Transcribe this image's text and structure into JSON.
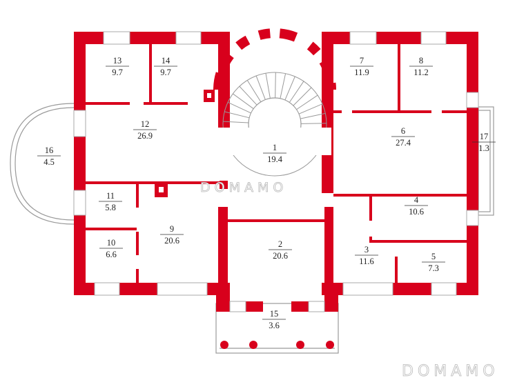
{
  "plan": {
    "wall_color": "#d8001c",
    "rooms": [
      {
        "number": "1",
        "area": "19.4"
      },
      {
        "number": "2",
        "area": "20.6"
      },
      {
        "number": "3",
        "area": "11.6"
      },
      {
        "number": "4",
        "area": "10.6"
      },
      {
        "number": "5",
        "area": "7.3"
      },
      {
        "number": "6",
        "area": "27.4"
      },
      {
        "number": "7",
        "area": "11.9"
      },
      {
        "number": "8",
        "area": "11.2"
      },
      {
        "number": "9",
        "area": "20.6"
      },
      {
        "number": "10",
        "area": "6.6"
      },
      {
        "number": "11",
        "area": "5.8"
      },
      {
        "number": "12",
        "area": "26.9"
      },
      {
        "number": "13",
        "area": "9.7"
      },
      {
        "number": "14",
        "area": "9.7"
      },
      {
        "number": "15",
        "area": "3.6"
      },
      {
        "number": "16",
        "area": "4.5"
      },
      {
        "number": "17",
        "area": "1.3"
      }
    ]
  },
  "watermark": {
    "center": "DOMAMO",
    "corner": "DOMAMO"
  }
}
